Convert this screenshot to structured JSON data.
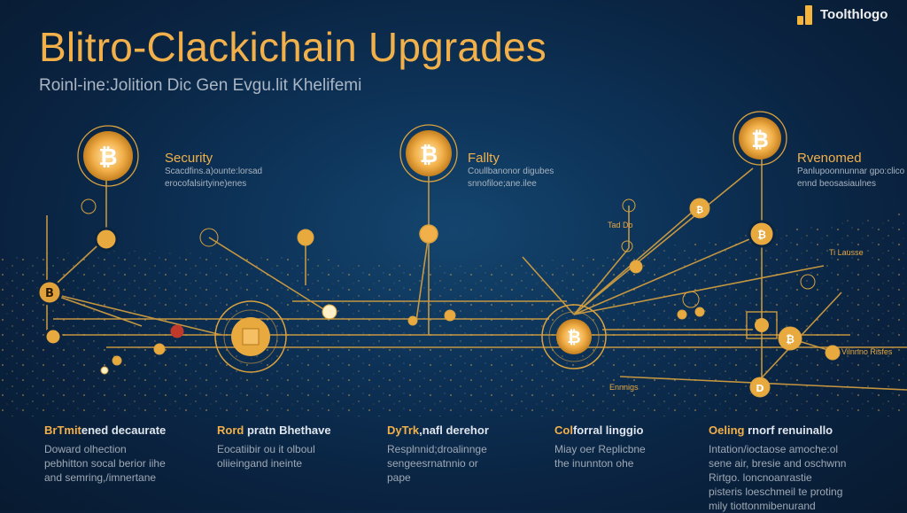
{
  "header": {
    "title": "Blitro-Clackichain Upgrades",
    "subtitle": "Roinl-ine:Jolition Dic Gen Evgu.lit Khelifemi"
  },
  "logo": {
    "icon": "bar-chart-logo-icon",
    "text": "Toolthlogo"
  },
  "colors": {
    "accent": "#f2b04a",
    "background": "#0d3257",
    "background_edge": "#081a30",
    "line": "#d9a23f",
    "text_muted": "#a9b4c0",
    "highlight_red": "#c0392b"
  },
  "top_nodes": [
    {
      "icon": "bitcoin-icon",
      "title": "Security",
      "desc": [
        "Scacdfins.a)ounte:lorsad",
        "erocofalsirtyine)enes"
      ]
    },
    {
      "icon": "bitcoin-icon",
      "title": "Fallty",
      "desc": [
        "Coullbanonor digubes",
        "snnofiloe;ane.ilee"
      ]
    },
    {
      "icon": "bitcoin-icon",
      "title": "Rvenomed",
      "desc": [
        "Panlupoonnunnar gpo:clico",
        "ennd beosasiaulnes"
      ]
    }
  ],
  "diagram_labels": {
    "right_upper": "Ti Lausse",
    "right_lower": "Vilnnno Risfes",
    "lower_mid": "Ennnigs",
    "mid_pair": "Tad  Do"
  },
  "cards": [
    {
      "title_accent": "BrTmit",
      "title_rest": "ened decaurate",
      "desc": [
        "Doward olhection",
        "pebhitton socal berior iihe",
        "and semring,/imnertane"
      ]
    },
    {
      "title_accent": "Rord",
      "title_rest": " pratn Bhethave",
      "desc": [
        "Eocatiibir ou it olboul",
        "oliieingand ineinte"
      ]
    },
    {
      "title_accent": "DyTrk",
      "title_rest": ",nafl derehor",
      "desc": [
        "Resplnnid;droalinnge",
        "sengeesrnatnnio or",
        "pape"
      ]
    },
    {
      "title_accent": "Col",
      "title_rest": "forral linggio",
      "desc": [
        "Miay oer Replicbne",
        "the inunnton ohe"
      ]
    },
    {
      "title_accent": "Oeling",
      "title_rest": " rnorf renuinallo",
      "desc": [
        "Intation/ioctaose amoche:ol",
        "sene air, bresie and oschwnn",
        "Rirtgo. loncnoanrastie",
        "pisteris loeschmeil te proting",
        "mily tiottonmibenurand"
      ]
    }
  ]
}
